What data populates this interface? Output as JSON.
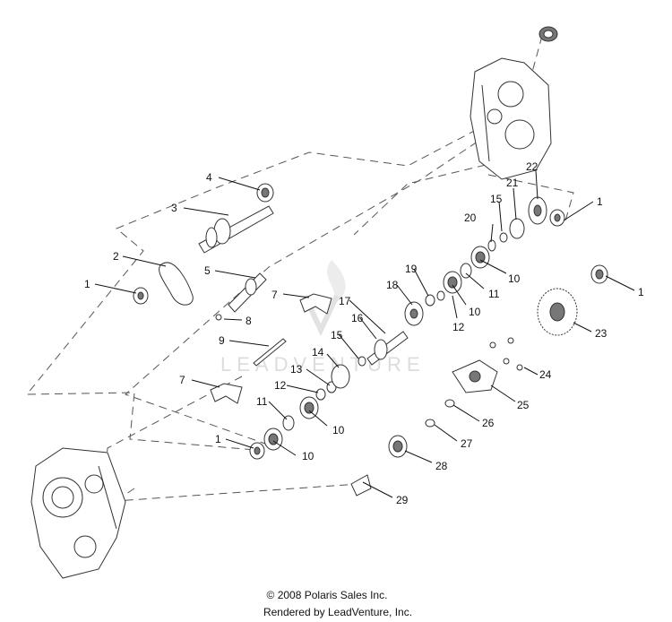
{
  "diagram": {
    "callouts": [
      {
        "id": "c1a",
        "label": "1"
      },
      {
        "id": "c1b",
        "label": "1"
      },
      {
        "id": "c1c",
        "label": "1"
      },
      {
        "id": "c1d",
        "label": "1"
      },
      {
        "id": "c2",
        "label": "2"
      },
      {
        "id": "c3",
        "label": "3"
      },
      {
        "id": "c4",
        "label": "4"
      },
      {
        "id": "c5",
        "label": "5"
      },
      {
        "id": "c7a",
        "label": "7"
      },
      {
        "id": "c7b",
        "label": "7"
      },
      {
        "id": "c8",
        "label": "8"
      },
      {
        "id": "c9",
        "label": "9"
      },
      {
        "id": "c10a",
        "label": "10"
      },
      {
        "id": "c10b",
        "label": "10"
      },
      {
        "id": "c10c",
        "label": "10"
      },
      {
        "id": "c10d",
        "label": "10"
      },
      {
        "id": "c11a",
        "label": "11"
      },
      {
        "id": "c11b",
        "label": "11"
      },
      {
        "id": "c12a",
        "label": "12"
      },
      {
        "id": "c12b",
        "label": "12"
      },
      {
        "id": "c13",
        "label": "13"
      },
      {
        "id": "c14",
        "label": "14"
      },
      {
        "id": "c15a",
        "label": "15"
      },
      {
        "id": "c15b",
        "label": "15"
      },
      {
        "id": "c16",
        "label": "16"
      },
      {
        "id": "c17",
        "label": "17"
      },
      {
        "id": "c18",
        "label": "18"
      },
      {
        "id": "c19",
        "label": "19"
      },
      {
        "id": "c20",
        "label": "20"
      },
      {
        "id": "c21",
        "label": "21"
      },
      {
        "id": "c22",
        "label": "22"
      },
      {
        "id": "c23",
        "label": "23"
      },
      {
        "id": "c24",
        "label": "24"
      },
      {
        "id": "c25",
        "label": "25"
      },
      {
        "id": "c26",
        "label": "26"
      },
      {
        "id": "c27",
        "label": "27"
      },
      {
        "id": "c28",
        "label": "28"
      },
      {
        "id": "c29",
        "label": "29"
      }
    ],
    "watermark": "LEADVENTURE"
  },
  "footer": {
    "copyright": "© 2008 Polaris Sales Inc.",
    "rendered_by": "Rendered by LeadVenture, Inc."
  }
}
